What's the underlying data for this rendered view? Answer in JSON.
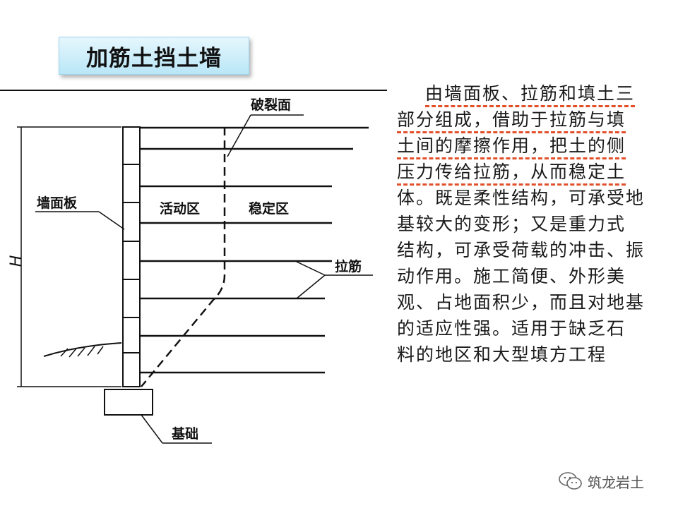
{
  "title": "加筋土挡土墙",
  "diagram": {
    "label_rupture_surface": "破裂面",
    "label_wall_panel": "墙面板",
    "label_active_zone": "活动区",
    "label_stable_zone": "稳定区",
    "label_reinforcement": "拉筋",
    "label_height": "H",
    "label_foundation": "基础"
  },
  "description": {
    "lines": [
      "由墙面板、拉筋和填土三",
      "部分组成，借助于拉筋与填",
      "土间的摩擦作用，把土的侧",
      "压力传给拉筋，从而稳定土",
      "体。既是柔性结构，可承受地",
      "基较大的变形；又是重力式",
      "结构，可承受荷载的冲击、振",
      "动作用。施工简便、外形美",
      "观、占地面积少，而且对地基",
      "的适应性强。适用于缺乏石",
      "料的地区和大型填方工程"
    ]
  },
  "watermark": {
    "text": "筑龙岩土",
    "icon": "wechat-icon"
  }
}
